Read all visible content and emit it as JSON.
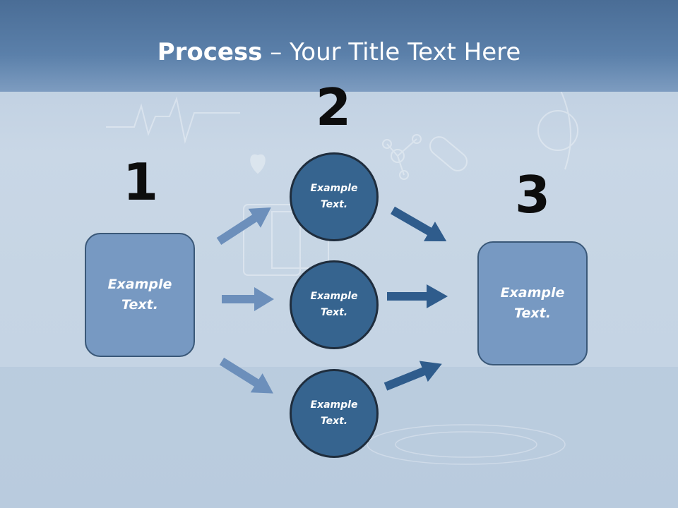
{
  "title": {
    "bold": "Process",
    "rest": " – Your Title Text Here"
  },
  "steps": {
    "one": {
      "number": "1",
      "text": "Example\nText."
    },
    "two": {
      "number": "2",
      "circles": [
        "Example\nText.",
        "Example\nText.",
        "Example\nText."
      ]
    },
    "three": {
      "number": "3",
      "text": "Example\nText."
    }
  },
  "colors": {
    "title_band": "#4a6d96",
    "box_fill": "#7799c2",
    "circle_fill": "#36648f",
    "arrow_light": "#6c8fbb",
    "arrow_dark": "#2f5c8c"
  }
}
